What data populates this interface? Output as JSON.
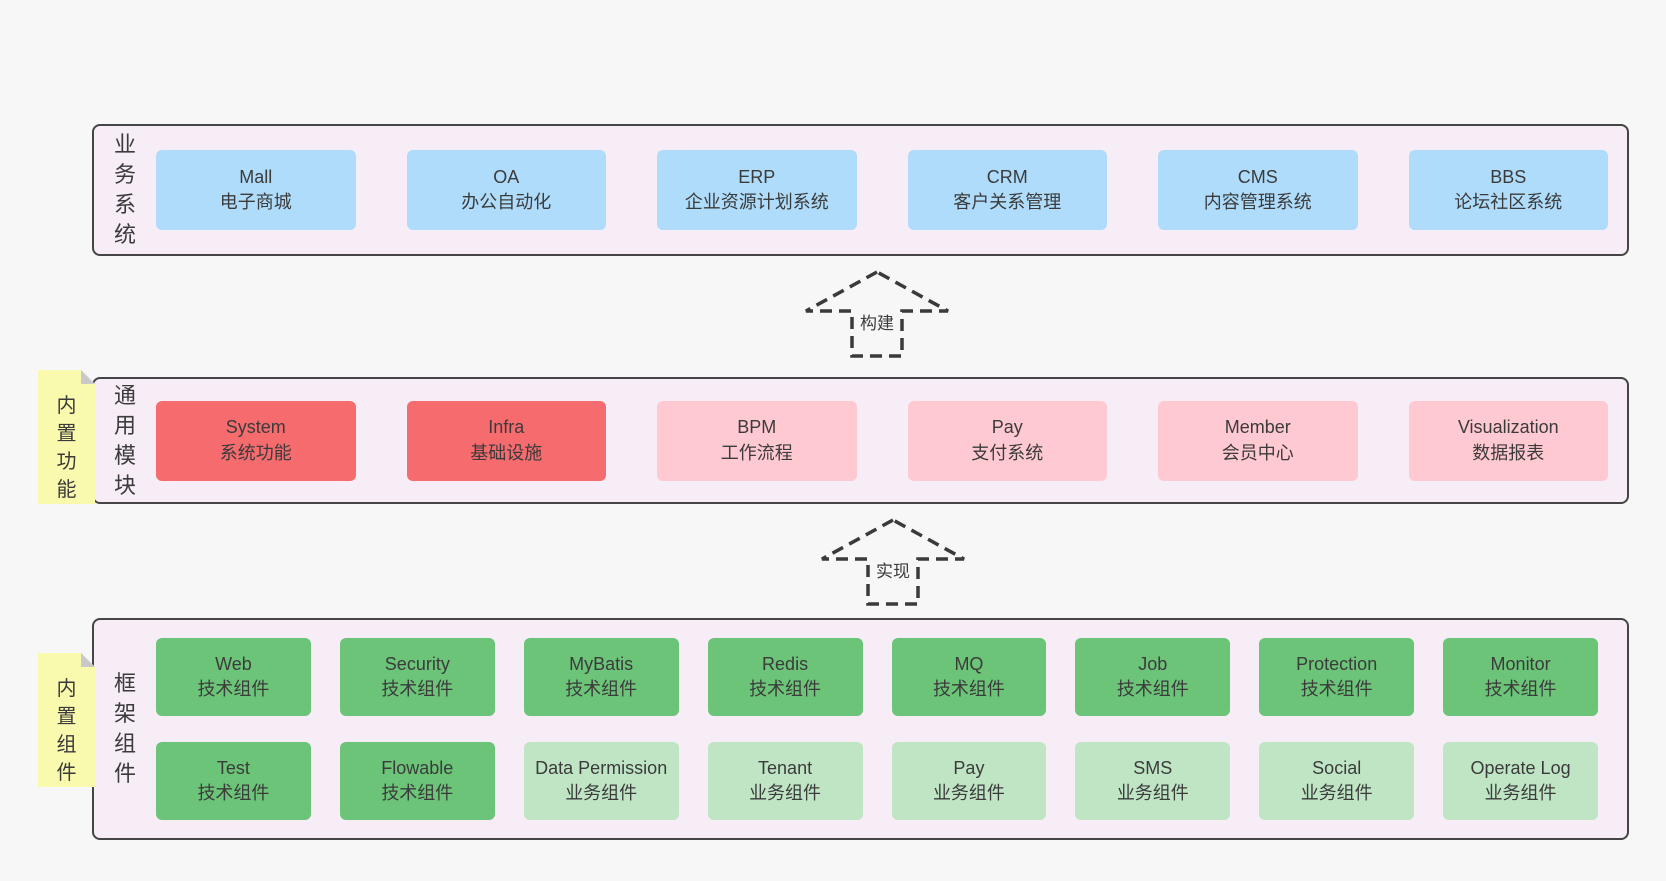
{
  "colors": {
    "page_bg": "#f7f7f7",
    "layer_bg": "#f7edf6",
    "layer_border": "#454545",
    "box_blue": "#aedcfa",
    "box_red": "#f56b6e",
    "box_pink": "#ffc9d1",
    "box_green_dark": "#6bc478",
    "box_green_light": "#bfe5c5",
    "sticky_yellow": "#fafaae",
    "sticky_fold": "#c9c9c9",
    "text": "#3b3b3b"
  },
  "arrows": [
    {
      "label": "构建"
    },
    {
      "label": "实现"
    }
  ],
  "layers": [
    {
      "name": "business-systems",
      "label": "业\n务\n系\n统",
      "boxes": [
        {
          "en": "Mall",
          "zh": "电子商城",
          "color": "blue"
        },
        {
          "en": "OA",
          "zh": "办公自动化",
          "color": "blue"
        },
        {
          "en": "ERP",
          "zh": "企业资源计划系统",
          "color": "blue"
        },
        {
          "en": "CRM",
          "zh": "客户关系管理",
          "color": "blue"
        },
        {
          "en": "CMS",
          "zh": "内容管理系统",
          "color": "blue"
        },
        {
          "en": "BBS",
          "zh": "论坛社区系统",
          "color": "blue"
        }
      ]
    },
    {
      "name": "common-modules",
      "label": "通\n用\n模\n块",
      "sticky": "内\n置\n功\n能",
      "boxes": [
        {
          "en": "System",
          "zh": "系统功能",
          "color": "red"
        },
        {
          "en": "Infra",
          "zh": "基础设施",
          "color": "red"
        },
        {
          "en": "BPM",
          "zh": "工作流程",
          "color": "pink"
        },
        {
          "en": "Pay",
          "zh": "支付系统",
          "color": "pink"
        },
        {
          "en": "Member",
          "zh": "会员中心",
          "color": "pink"
        },
        {
          "en": "Visualization",
          "zh": "数据报表",
          "color": "pink"
        }
      ]
    },
    {
      "name": "framework-components",
      "label": "框\n架\n组\n件",
      "sticky": "内\n置\n组\n件",
      "row1": [
        {
          "en": "Web",
          "zh": "技术组件",
          "color": "green-dark"
        },
        {
          "en": "Security",
          "zh": "技术组件",
          "color": "green-dark"
        },
        {
          "en": "MyBatis",
          "zh": "技术组件",
          "color": "green-dark"
        },
        {
          "en": "Redis",
          "zh": "技术组件",
          "color": "green-dark"
        },
        {
          "en": "MQ",
          "zh": "技术组件",
          "color": "green-dark"
        },
        {
          "en": "Job",
          "zh": "技术组件",
          "color": "green-dark"
        },
        {
          "en": "Protection",
          "zh": "技术组件",
          "color": "green-dark"
        },
        {
          "en": "Monitor",
          "zh": "技术组件",
          "color": "green-dark"
        }
      ],
      "row2": [
        {
          "en": "Test",
          "zh": "技术组件",
          "color": "green-dark"
        },
        {
          "en": "Flowable",
          "zh": "技术组件",
          "color": "green-dark"
        },
        {
          "en": "Data Permission",
          "zh": "业务组件",
          "color": "green-light"
        },
        {
          "en": "Tenant",
          "zh": "业务组件",
          "color": "green-light"
        },
        {
          "en": "Pay",
          "zh": "业务组件",
          "color": "green-light"
        },
        {
          "en": "SMS",
          "zh": "业务组件",
          "color": "green-light"
        },
        {
          "en": "Social",
          "zh": "业务组件",
          "color": "green-light"
        },
        {
          "en": "Operate Log",
          "zh": "业务组件",
          "color": "green-light"
        }
      ]
    }
  ]
}
